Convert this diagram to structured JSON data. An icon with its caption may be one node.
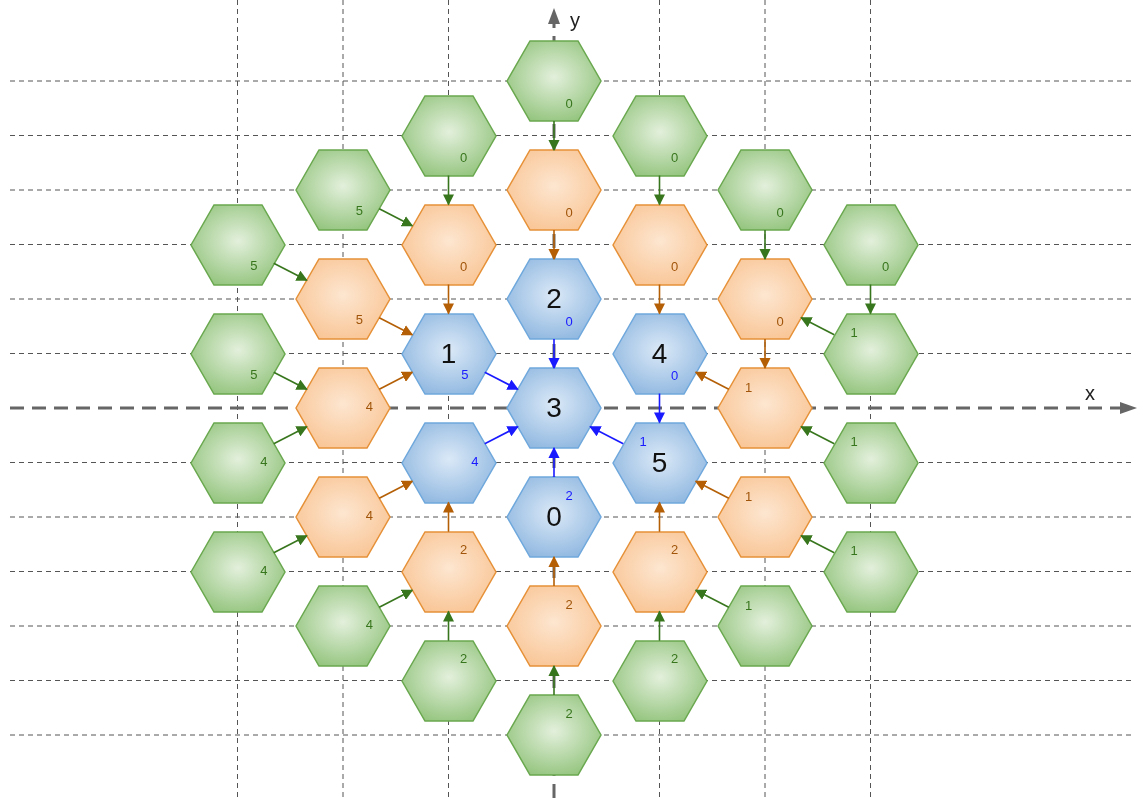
{
  "diagram": {
    "nodes": [
      {
        "text": [
          "0"
        ]
      },
      {
        "text": [
          "0"
        ]
      },
      {
        "text": [
          "0"
        ]
      },
      {
        "text": [
          "5"
        ]
      },
      {
        "text": [
          "0"
        ]
      },
      {
        "text": [
          "0"
        ]
      },
      {
        "text": [
          "5"
        ]
      },
      {
        "text": [
          "0"
        ]
      },
      {
        "text": [
          "0"
        ]
      },
      {
        "text": [
          "0"
        ]
      },
      {
        "text": [
          "5"
        ]
      },
      {
        "text": [
          "2",
          "0"
        ]
      },
      {
        "text": [
          "0"
        ]
      },
      {
        "text": [
          "5"
        ]
      },
      {
        "text": [
          "1",
          "5"
        ]
      },
      {
        "text": [
          "4",
          "0"
        ]
      },
      {
        "text": [
          "1"
        ]
      },
      {
        "text": [
          "4"
        ]
      },
      {
        "text": [
          "3"
        ]
      },
      {
        "text": [
          "1"
        ]
      },
      {
        "text": [
          "4"
        ]
      },
      {
        "text": [
          "4"
        ]
      },
      {
        "text": [
          "5",
          "1"
        ]
      },
      {
        "text": [
          "1"
        ]
      },
      {
        "text": [
          "4"
        ]
      },
      {
        "text": [
          "0",
          "2"
        ]
      },
      {
        "text": [
          "1"
        ]
      },
      {
        "text": [
          "4"
        ]
      },
      {
        "text": [
          "2"
        ]
      },
      {
        "text": [
          "2"
        ]
      },
      {
        "text": [
          "1"
        ]
      },
      {
        "text": [
          "4"
        ]
      },
      {
        "text": [
          "2"
        ]
      },
      {
        "text": [
          "1"
        ]
      },
      {
        "text": [
          "2"
        ]
      },
      {
        "text": [
          "2"
        ]
      },
      {
        "text": [
          "2"
        ]
      }
    ],
    "edges": [
      {
        "from": 11,
        "to": 18,
        "arrow": "to",
        "color": "#1a1aff"
      },
      {
        "from": 14,
        "to": 18,
        "arrow": "to",
        "color": "#1a1aff"
      },
      {
        "from": 21,
        "to": 18,
        "arrow": "to",
        "color": "#1a1aff"
      },
      {
        "from": 22,
        "to": 18,
        "arrow": "to",
        "color": "#1a1aff"
      },
      {
        "from": 25,
        "to": 18,
        "arrow": "to",
        "color": "#1a1aff"
      },
      {
        "from": 15,
        "to": 22,
        "arrow": "to",
        "color": "#1a1aff"
      },
      {
        "from": 4,
        "to": 11,
        "arrow": "to",
        "color": "#b45f06"
      },
      {
        "from": 7,
        "to": 14,
        "arrow": "to",
        "color": "#b45f06"
      },
      {
        "from": 8,
        "to": 15,
        "arrow": "to",
        "color": "#b45f06"
      },
      {
        "from": 10,
        "to": 14,
        "arrow": "to",
        "color": "#b45f06"
      },
      {
        "from": 12,
        "to": 19,
        "arrow": "to",
        "color": "#b45f06"
      },
      {
        "from": 17,
        "to": 14,
        "arrow": "to",
        "color": "#b45f06"
      },
      {
        "from": 19,
        "to": 15,
        "arrow": "to",
        "color": "#b45f06"
      },
      {
        "from": 24,
        "to": 21,
        "arrow": "to",
        "color": "#b45f06"
      },
      {
        "from": 26,
        "to": 22,
        "arrow": "to",
        "color": "#b45f06"
      },
      {
        "from": 28,
        "to": 21,
        "arrow": "to",
        "color": "#b45f06"
      },
      {
        "from": 29,
        "to": 22,
        "arrow": "to",
        "color": "#b45f06"
      },
      {
        "from": 32,
        "to": 25,
        "arrow": "to",
        "color": "#b45f06"
      },
      {
        "from": 0,
        "to": 4,
        "arrow": "to"
      },
      {
        "from": 1,
        "to": 7,
        "arrow": "to"
      },
      {
        "from": 2,
        "to": 8,
        "arrow": "to"
      },
      {
        "from": 3,
        "to": 7,
        "arrow": "to"
      },
      {
        "from": 5,
        "to": 12,
        "arrow": "to"
      },
      {
        "from": 6,
        "to": 10,
        "arrow": "to"
      },
      {
        "from": 9,
        "to": 16,
        "arrow": "to"
      },
      {
        "from": 13,
        "to": 17,
        "arrow": "to"
      },
      {
        "from": 16,
        "to": 12,
        "arrow": "to"
      },
      {
        "from": 20,
        "to": 17,
        "arrow": "to"
      },
      {
        "from": 23,
        "to": 19,
        "arrow": "to"
      },
      {
        "from": 27,
        "to": 24,
        "arrow": "to"
      },
      {
        "from": 30,
        "to": 26,
        "arrow": "to"
      },
      {
        "from": 31,
        "to": 28,
        "arrow": "to"
      },
      {
        "from": 33,
        "to": 29,
        "arrow": "to"
      },
      {
        "from": 34,
        "to": 28,
        "arrow": "to"
      },
      {
        "from": 35,
        "to": 29,
        "arrow": "to"
      },
      {
        "from": 36,
        "to": 32,
        "arrow": "to"
      }
    ],
    "labels": [
      "y",
      "x"
    ]
  }
}
